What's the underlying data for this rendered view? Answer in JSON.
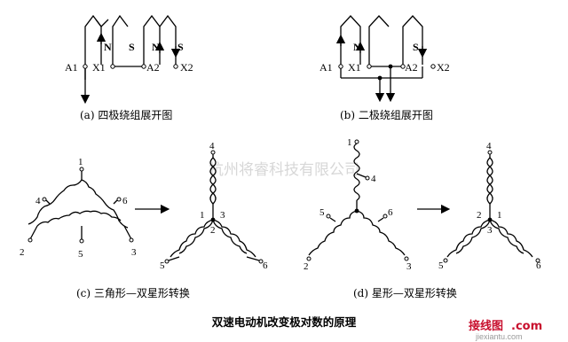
{
  "captions": {
    "a": "(a)  四极绕组展开图",
    "b": "(b)  二极绕组展开图",
    "c": "(c)  三角形—双星形转换",
    "d": "(d)  星形—双星形转换"
  },
  "title": "双速电动机改变极对数的原理",
  "watermark": "杭州将睿科技有限公司",
  "logo": {
    "text": "接线图",
    "com": ".com",
    "url": "jiexiantu.com",
    "brand_color": "#c8102e"
  },
  "terminals": {
    "a1": "A1",
    "x1": "X1",
    "a2": "A2",
    "x2": "X2"
  },
  "poles": {
    "n": "N",
    "s": "S"
  },
  "nodes": [
    "1",
    "2",
    "3",
    "4",
    "5",
    "6"
  ]
}
